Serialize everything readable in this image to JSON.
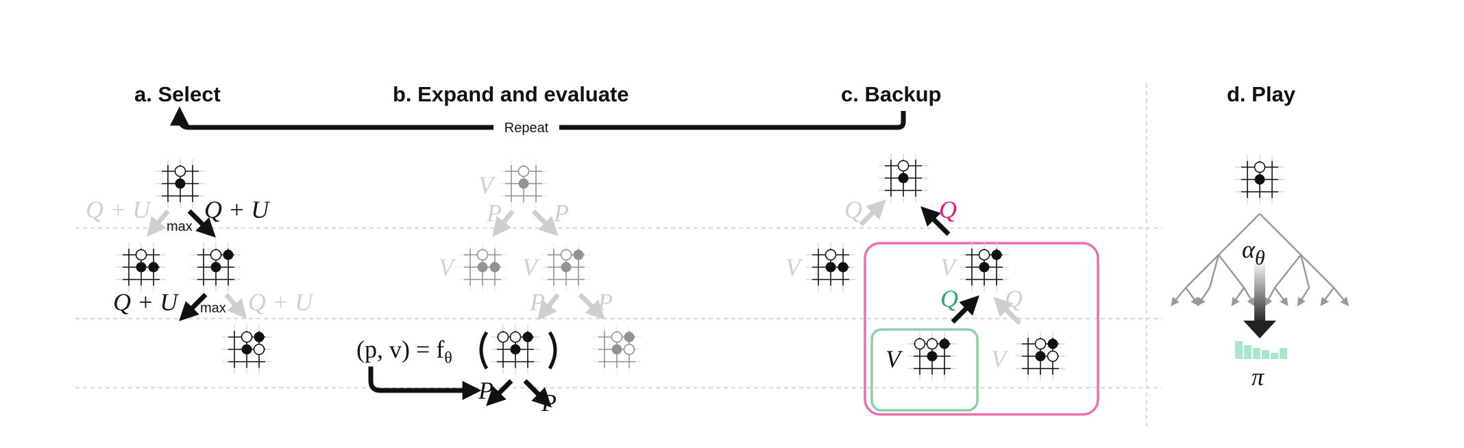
{
  "headers": {
    "select": "a. Select",
    "expand": "b. Expand and evaluate",
    "backup": "c. Backup",
    "play": "d. Play"
  },
  "repeat_label": "Repeat",
  "select_panel": {
    "q_plus_u": "Q + U",
    "max": "max"
  },
  "expand_panel": {
    "v": "V",
    "p": "P",
    "eval_lhs": "(p, v) = f",
    "theta": "θ"
  },
  "backup_panel": {
    "q": "Q",
    "v": "V"
  },
  "play_panel": {
    "alpha": "α",
    "theta": "θ",
    "pi": "π"
  },
  "colors": {
    "black": "#111111",
    "faded": "#cfcfcf",
    "pink": "#e5197a",
    "green": "#2fa86a",
    "green_box": "#8fd0aa",
    "pink_box": "#ec6fae",
    "bars": "#a8e6c8"
  },
  "icons": [
    "go-board-icon",
    "black-stone-icon",
    "white-stone-icon",
    "arrow-icon",
    "tree-icon",
    "policy-bars-icon"
  ]
}
